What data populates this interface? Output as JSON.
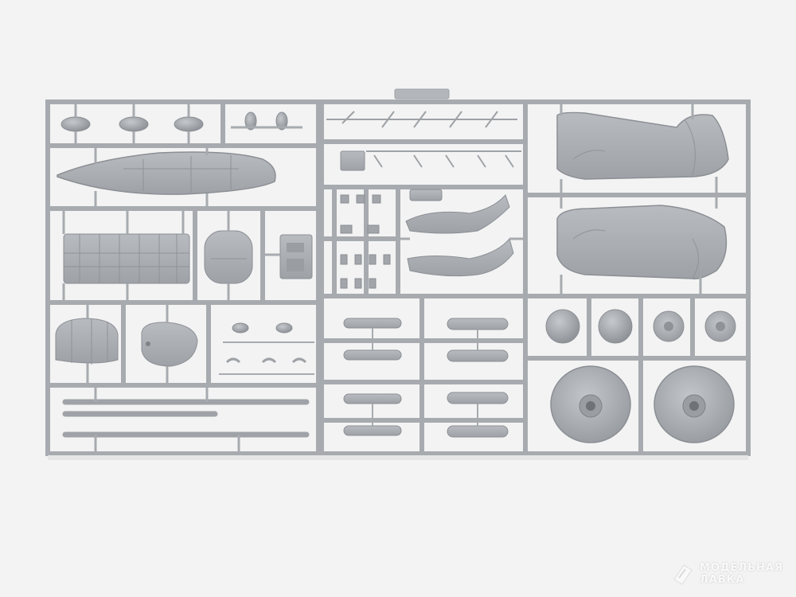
{
  "scene": {
    "subject": "plastic-model-kit-sprue",
    "background_color": "#f3f3f3",
    "plastic_color": "#a9adb1",
    "plastic_shadow_color": "#8e9297",
    "plastic_highlight_color": "#c4c7ca"
  },
  "watermark": {
    "line1": "МОДЕЛЬНАЯ",
    "line2": "ЛАВКА",
    "icon": "shop-logo-icon"
  }
}
